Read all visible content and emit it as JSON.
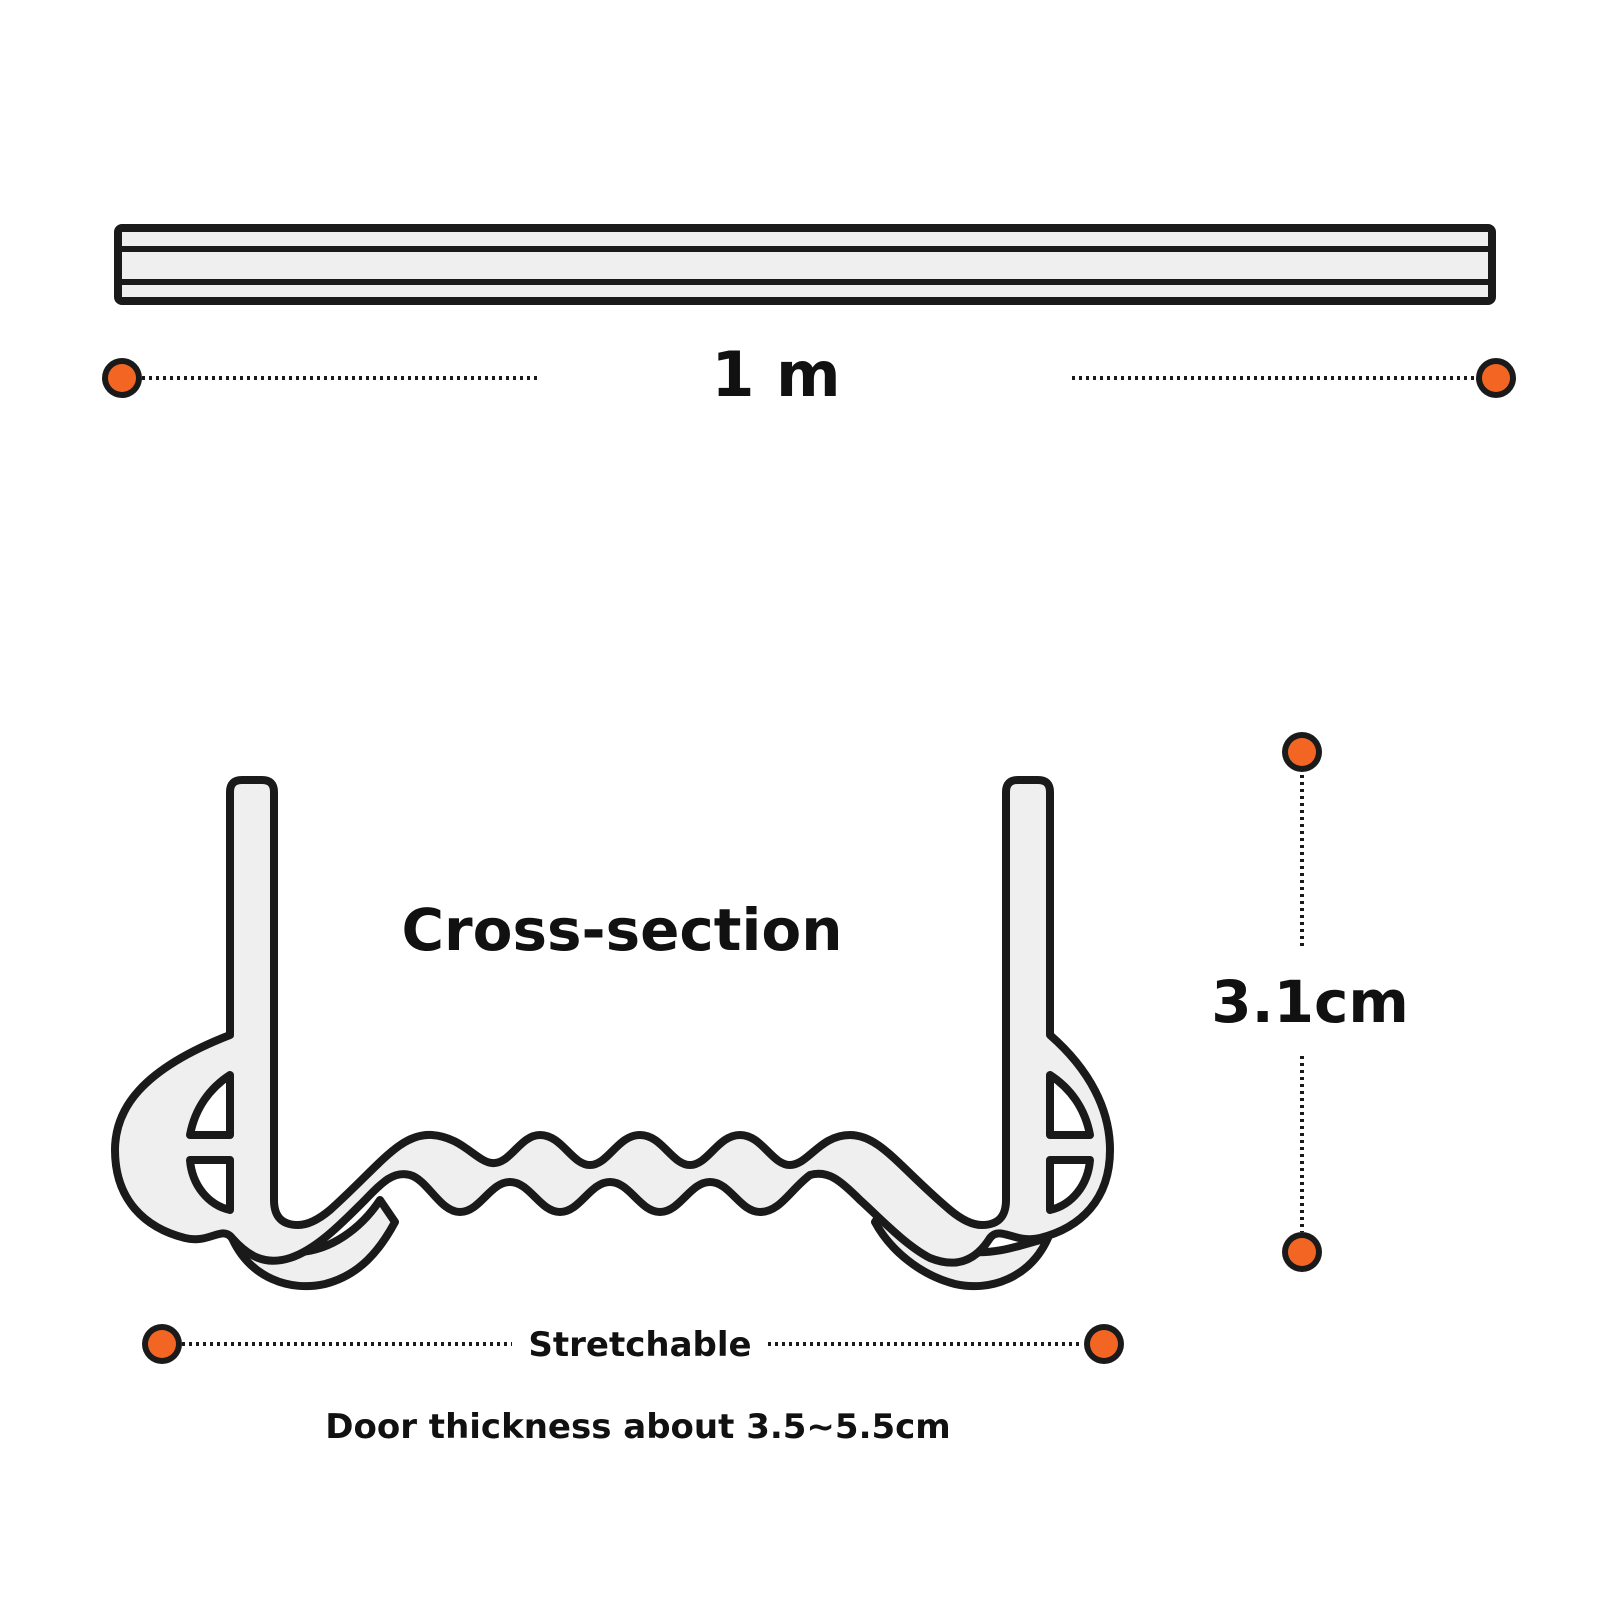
{
  "colors": {
    "outline": "#1a1a1a",
    "fill": "#efefef",
    "marker": "#f26522",
    "background": "#ffffff"
  },
  "length": {
    "label": "1 m"
  },
  "cross_section": {
    "title": "Cross-section"
  },
  "height": {
    "label": "3.1cm"
  },
  "width": {
    "label": "Stretchable"
  },
  "note": {
    "label": "Door thickness about 3.5~5.5cm"
  }
}
